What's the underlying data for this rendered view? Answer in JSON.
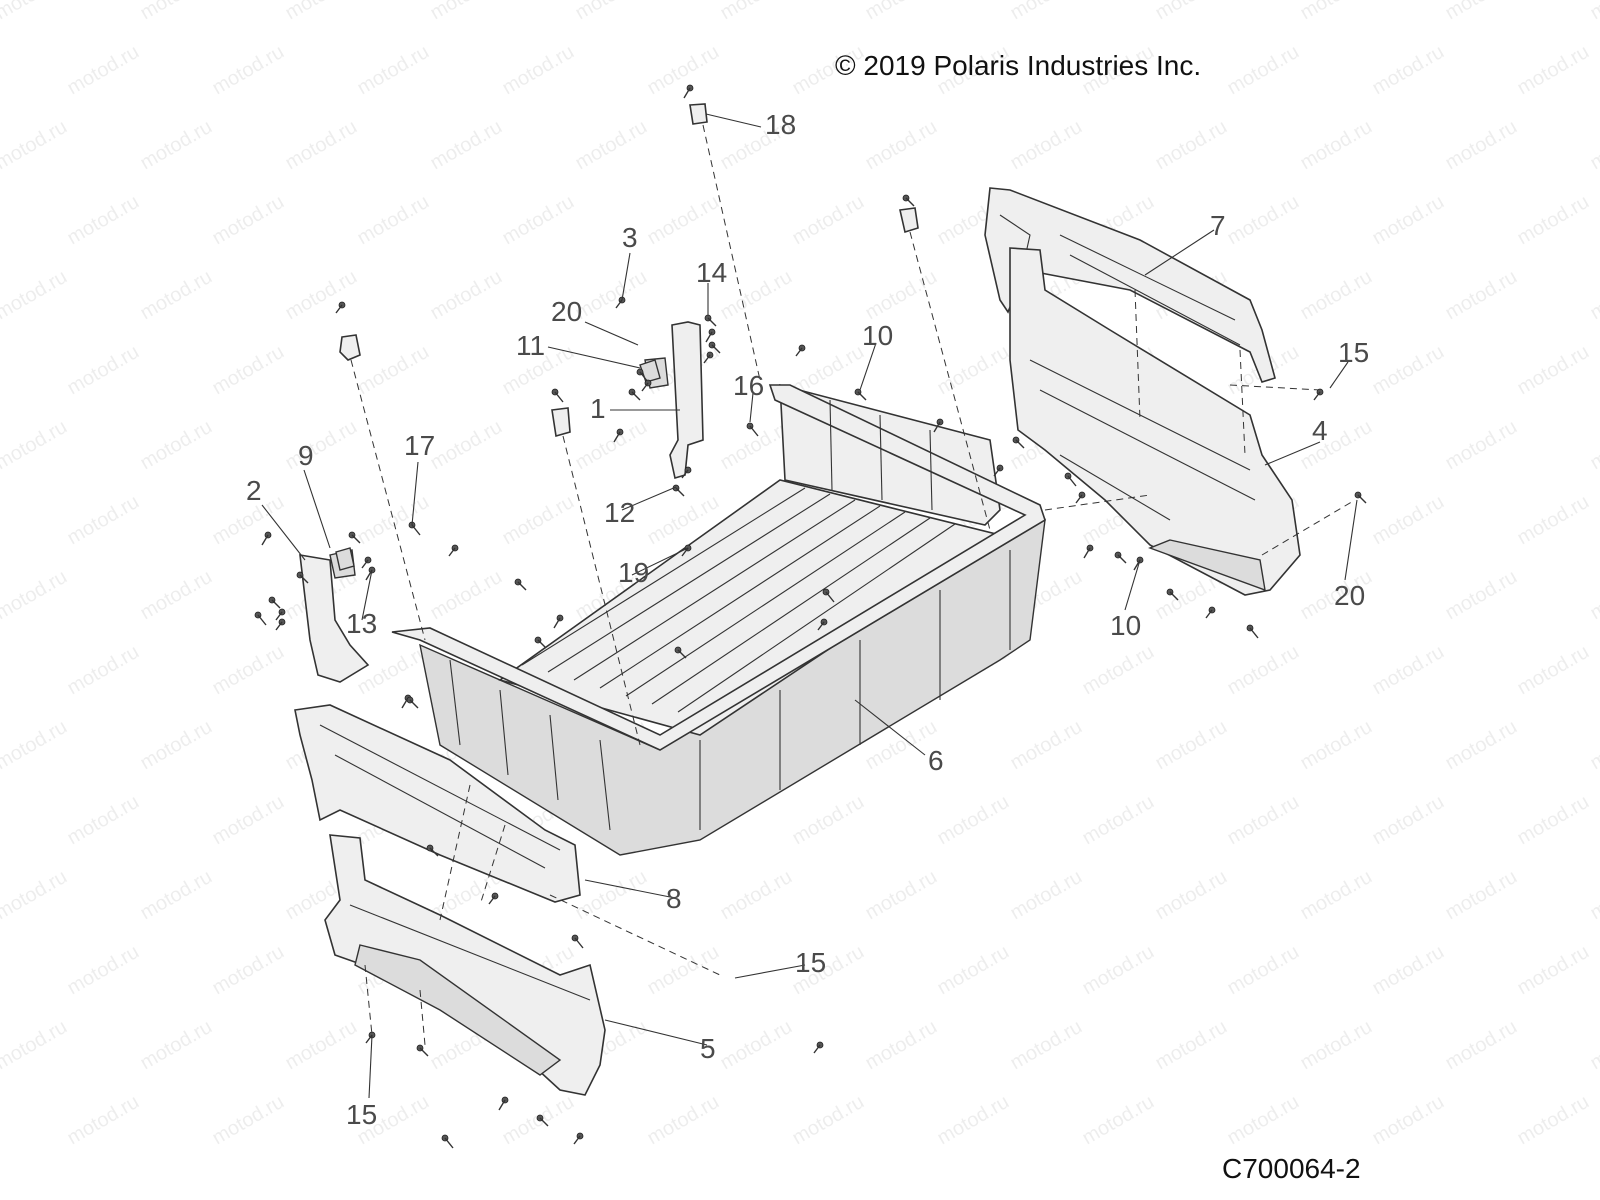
{
  "copyright": "© 2019 Polaris Industries Inc.",
  "diagram_code": "C700064-2",
  "watermark_text": "motod.ru",
  "callouts": {
    "c1": "1",
    "c2": "2",
    "c3": "3",
    "c4": "4",
    "c5": "5",
    "c6": "6",
    "c7": "7",
    "c8": "8",
    "c9": "9",
    "c10a": "10",
    "c10b": "10",
    "c11": "11",
    "c12": "12",
    "c13": "13",
    "c14": "14",
    "c15a": "15",
    "c15b": "15",
    "c15c": "15",
    "c16": "16",
    "c17": "17",
    "c18": "18",
    "c19": "19",
    "c20a": "20",
    "c20b": "20"
  }
}
